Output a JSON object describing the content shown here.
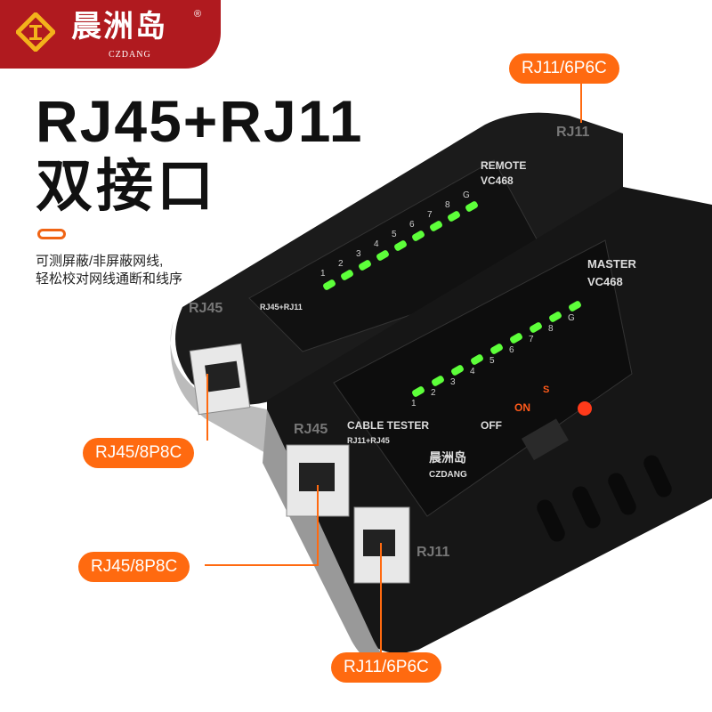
{
  "brand": {
    "name_cn": "晨洲岛",
    "name_en": "CZDANG",
    "registered": "®"
  },
  "headline": {
    "line1": "RJ45+RJ11",
    "line2": "双接口"
  },
  "description": {
    "line1": "可测屏蔽/非屏蔽网线,",
    "line2": "轻松校对网线通断和线序"
  },
  "callouts": {
    "top_rj11": "RJ11/6P6C",
    "rj45_remote": "RJ45/8P8C",
    "rj45_master": "RJ45/8P8C",
    "bottom_rj11": "RJ11/6P6C"
  },
  "remote_unit": {
    "port_label_rj11": "RJ11",
    "label_remote": "REMOTE",
    "model": "VC468",
    "ports": "RJ45+RJ11",
    "port_label_rj45": "RJ45",
    "pins": [
      "1",
      "2",
      "3",
      "4",
      "5",
      "6",
      "7",
      "8",
      "G"
    ]
  },
  "master_unit": {
    "label_master": "MASTER",
    "model": "VC468",
    "label_cable_tester": "CABLE TESTER",
    "ports": "RJ11+RJ45",
    "brand_cn": "晨洲岛",
    "brand_en": "CZDANG",
    "switch_off": "OFF",
    "switch_on": "ON",
    "switch_s": "S",
    "port_label_rj45": "RJ45",
    "port_label_rj11": "RJ11",
    "pins": [
      "1",
      "2",
      "3",
      "4",
      "5",
      "6",
      "7",
      "8",
      "G"
    ]
  },
  "colors": {
    "accent": "#ff6a10",
    "brand_red": "#b01a1f",
    "led_green": "#5dff3a"
  }
}
